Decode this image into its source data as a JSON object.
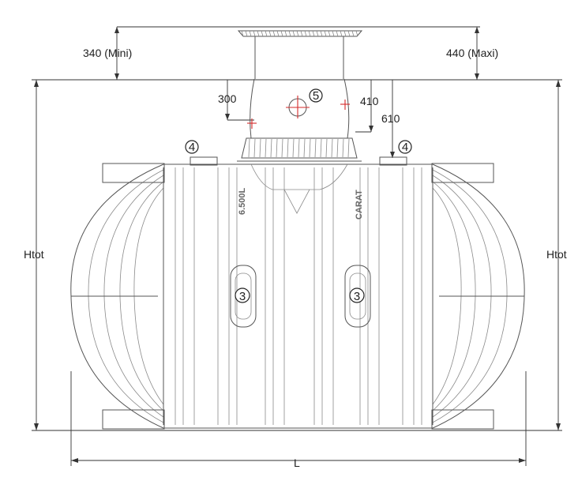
{
  "dimensions": {
    "cover_min": "340 (Mini)",
    "cover_max": "440 (Maxi)",
    "dim_300": "300",
    "dim_410": "410",
    "dim_610": "610",
    "height_left": "Htot",
    "height_right": "Htot",
    "length": "L"
  },
  "markers": {
    "marker_3_left": "3",
    "marker_3_right": "3",
    "marker_4_left": "4",
    "marker_4_right": "4",
    "marker_5": "5"
  },
  "embossing": {
    "volume": "6.500L",
    "brand": "CARAT"
  },
  "colors": {
    "line": "#555555",
    "dimension": "#333333",
    "marker_red": "#d42a2a"
  }
}
